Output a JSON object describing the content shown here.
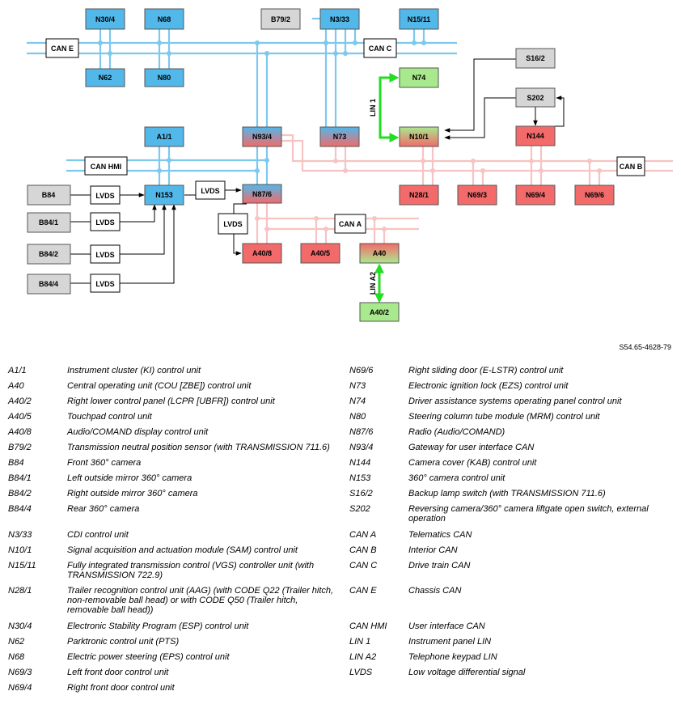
{
  "diagram": {
    "buses": {
      "can_e": "CAN E",
      "can_c": "CAN C",
      "can_hmi": "CAN HMI",
      "can_b": "CAN B",
      "can_a": "CAN A",
      "lin_1": "LIN 1",
      "lin_a2": "LIN A2",
      "lvds": "LVDS"
    },
    "units": {
      "n30_4": "N30/4",
      "n68": "N68",
      "b79_2": "B79/2",
      "n3_33": "N3/33",
      "n15_11": "N15/11",
      "n62": "N62",
      "n80": "N80",
      "s16_2": "S16/2",
      "n74": "N74",
      "s202": "S202",
      "a1_1": "A1/1",
      "n93_4": "N93/4",
      "n73": "N73",
      "n10_1": "N10/1",
      "n144": "N144",
      "b84": "B84",
      "n153": "N153",
      "n87_6": "N87/6",
      "n28_1": "N28/1",
      "n69_3": "N69/3",
      "n69_4": "N69/4",
      "n69_6": "N69/6",
      "b84_1": "B84/1",
      "b84_2": "B84/2",
      "b84_4": "B84/4",
      "a40_8": "A40/8",
      "a40_5": "A40/5",
      "a40": "A40",
      "a40_2": "A40/2"
    },
    "colors": {
      "can_blue": "#7ec8ee",
      "can_pink": "#f7c3c3",
      "lin_green": "#22dd22",
      "unit_blue": "#52b8ea",
      "unit_red": "#f36a6a",
      "unit_green": "#a9e98e",
      "unit_grey": "#d6d6d6"
    },
    "reference": "S54.65-4628-79"
  },
  "legend": {
    "left": [
      {
        "code": "A1/1",
        "desc": "Instrument cluster (KI) control unit"
      },
      {
        "code": "A40",
        "desc": "Central operating unit (COU [ZBE]) control unit"
      },
      {
        "code": "A40/2",
        "desc": "Right lower control panel (LCPR [UBFR]) control unit"
      },
      {
        "code": "A40/5",
        "desc": "Touchpad control unit"
      },
      {
        "code": "A40/8",
        "desc": "Audio/COMAND display control unit"
      },
      {
        "code": "B79/2",
        "desc": "Transmission neutral position sensor (with TRANSMISSION 711.6)"
      },
      {
        "code": "B84",
        "desc": "Front 360° camera"
      },
      {
        "code": "B84/1",
        "desc": "Left outside mirror 360° camera"
      },
      {
        "code": "B84/2",
        "desc": "Right outside mirror 360° camera"
      },
      {
        "code": "B84/4",
        "desc": "Rear 360° camera"
      },
      {
        "code": "N3/33",
        "desc": "CDI control unit"
      },
      {
        "code": "N10/1",
        "desc": "Signal acquisition and actuation module (SAM) control unit"
      },
      {
        "code": "N15/11",
        "desc": "Fully integrated transmission control (VGS) controller unit (with TRANSMISSION 722.9)"
      },
      {
        "code": "N28/1",
        "desc": "Trailer recognition control unit (AAG) (with CODE Q22 (Trailer hitch, non-removable ball head) or with CODE Q50 (Trailer hitch, removable ball head))"
      },
      {
        "code": "N30/4",
        "desc": "Electronic Stability Program (ESP) control unit"
      },
      {
        "code": "N62",
        "desc": "Parktronic control unit (PTS)"
      },
      {
        "code": "N68",
        "desc": "Electric power steering (EPS) control unit"
      },
      {
        "code": "N69/3",
        "desc": "Left front door control unit"
      },
      {
        "code": "N69/4",
        "desc": "Right front door control unit"
      }
    ],
    "right": [
      {
        "code": "N69/6",
        "desc": "Right sliding door (E-LSTR) control unit"
      },
      {
        "code": "N73",
        "desc": "Electronic ignition lock (EZS) control unit"
      },
      {
        "code": "N74",
        "desc": "Driver assistance systems operating panel control unit"
      },
      {
        "code": "N80",
        "desc": "Steering column tube module (MRM) control unit"
      },
      {
        "code": "N87/6",
        "desc": "Radio (Audio/COMAND)"
      },
      {
        "code": "N93/4",
        "desc": "Gateway for user interface CAN"
      },
      {
        "code": "N144",
        "desc": "Camera cover (KAB) control unit"
      },
      {
        "code": "N153",
        "desc": "360° camera control unit"
      },
      {
        "code": "S16/2",
        "desc": "Backup lamp switch (with TRANSMISSION 711.6)"
      },
      {
        "code": "S202",
        "desc": "Reversing camera/360° camera liftgate open switch, external operation"
      },
      {
        "code": "CAN A",
        "desc": "Telematics CAN"
      },
      {
        "code": "CAN B",
        "desc": "Interior CAN"
      },
      {
        "code": "CAN C",
        "desc": "Drive train CAN"
      },
      {
        "code": "CAN E",
        "desc": "Chassis CAN"
      },
      {
        "code": "CAN HMI",
        "desc": "User interface CAN"
      },
      {
        "code": "LIN 1",
        "desc": "Instrument panel LIN"
      },
      {
        "code": "LIN A2",
        "desc": "Telephone keypad LIN"
      },
      {
        "code": "LVDS",
        "desc": "Low voltage differential signal"
      }
    ]
  }
}
